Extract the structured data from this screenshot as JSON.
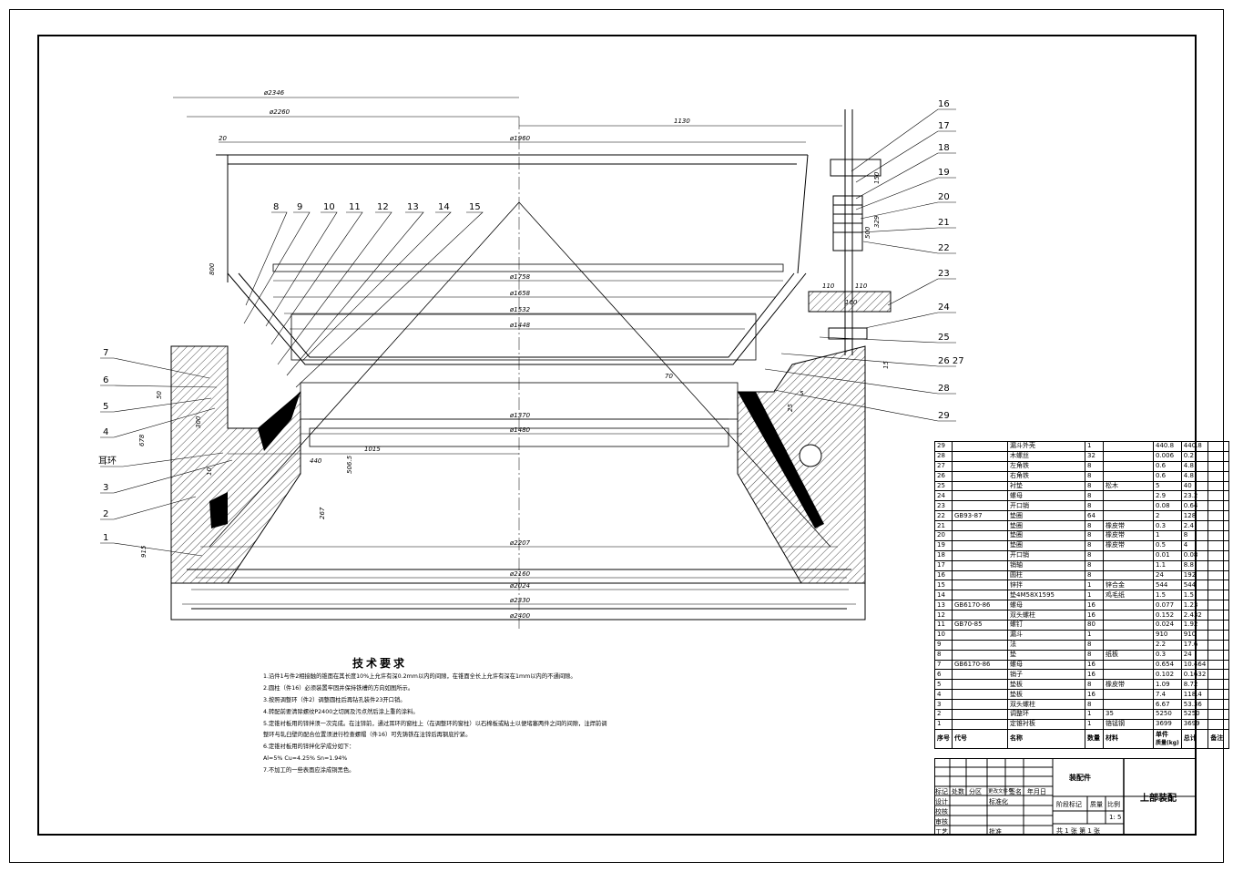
{
  "tech_requirements": {
    "title": "技术要求",
    "items": [
      "1.沿件1与件2相接触的锥面在其长度10%上允许有深0.2mm以内的间隙，在锥面全长上允许有深在1mm以内的不通间隙。",
      "2.圆柱（件16）必须装置牢固并保持铁槽的方向如图所示。",
      "3.按照调整环（件2）调整圆柱后再钻孔装件23开口销。",
      "4.转配前要清除螺纹P2400之切屑及污点然后涂上重的涂料。",
      "5.定锥衬板用的锌拌须一次完成。在注锌前，通过耳环的窗柱上（在调整环的窗柱）以石棉板或粘土以便堵塞两件之间的间隙，注焊前调整环与轧臼壁的配合位置须进行检查螺帽（件16）可先铸铁在注锌后再钢底拧紧。",
      "6.定锥衬板用的锌拌化学成分如下：",
      "   Al=5%  Cu=4.25%  Sn=1.94%",
      "7.不加工的一些表面应涂成铜黑色。"
    ]
  },
  "dimensions": {
    "d2346": "ø2346",
    "d2260": "ø2260",
    "d1130": "1130",
    "d1960": "ø1960",
    "d20": "20",
    "d1758": "ø1758",
    "d1658": "ø1658",
    "d1532": "ø1532",
    "d1448": "ø1448",
    "d1370": "ø1370",
    "d1480": "ø1480",
    "d1015": "1015",
    "d2207": "ø2207",
    "d2160": "ø2160",
    "d2024": "ø2024",
    "d2330": "ø2330",
    "d2400": "ø2400",
    "d678": "678",
    "d300": "300",
    "d50": "50",
    "d915": "915",
    "d800": "800",
    "d506": "506.5",
    "d267": "267",
    "d440": "440",
    "d110a": "110",
    "d110b": "110",
    "d500": "500",
    "d329": "329",
    "d150": "150",
    "d160": "160",
    "d15": "15",
    "d5": "5",
    "d25": "25",
    "d70": "70",
    "d10": "10"
  },
  "callouts_left": [
    "7",
    "6",
    "5",
    "4",
    "耳环",
    "3",
    "2",
    "1"
  ],
  "callouts_top": [
    "8",
    "9",
    "10",
    "11",
    "12",
    "13",
    "14",
    "15"
  ],
  "callouts_right": [
    "16",
    "17",
    "18",
    "19",
    "20",
    "21",
    "22",
    "23",
    "24",
    "25",
    "26 27",
    "28",
    "29"
  ],
  "bom": {
    "rows": [
      [
        "29",
        "",
        "漏斗外壳",
        "1",
        "",
        "440.8",
        "440.8",
        ""
      ],
      [
        "28",
        "",
        "木螺丝",
        "32",
        "",
        "0.006",
        "0.2",
        ""
      ],
      [
        "27",
        "",
        "左角铁",
        "8",
        "",
        "0.6",
        "4.8",
        ""
      ],
      [
        "26",
        "",
        "右角铁",
        "8",
        "",
        "0.6",
        "4.8",
        ""
      ],
      [
        "25",
        "",
        "衬垫",
        "8",
        "松木",
        "5",
        "40",
        ""
      ],
      [
        "24",
        "",
        "螺母",
        "8",
        "",
        "2.9",
        "23.2",
        ""
      ],
      [
        "23",
        "",
        "开口销",
        "8",
        "",
        "0.08",
        "0.64",
        ""
      ],
      [
        "22",
        "GB93-87",
        "垫圈",
        "64",
        "",
        "2",
        "128",
        ""
      ],
      [
        "21",
        "",
        "垫圈",
        "8",
        "橡皮带",
        "0.3",
        "2.4",
        ""
      ],
      [
        "20",
        "",
        "垫圈",
        "8",
        "橡皮带",
        "1",
        "8",
        ""
      ],
      [
        "19",
        "",
        "垫圈",
        "8",
        "橡皮带",
        "0.5",
        "4",
        ""
      ],
      [
        "18",
        "",
        "开口销",
        "8",
        "",
        "0.01",
        "0.08",
        ""
      ],
      [
        "17",
        "",
        "销轴",
        "8",
        "",
        "1.1",
        "8.8",
        ""
      ],
      [
        "16",
        "",
        "圆柱",
        "8",
        "",
        "24",
        "192",
        ""
      ],
      [
        "15",
        "",
        "锌拌",
        "1",
        "锌合金",
        "544",
        "544",
        ""
      ],
      [
        "14",
        "",
        "垫4M58X1595",
        "1",
        "鸡毛纸",
        "1.5",
        "1.5",
        ""
      ],
      [
        "13",
        "GB6170-86",
        "螺母",
        "16",
        "",
        "0.077",
        "1.23",
        ""
      ],
      [
        "12",
        "",
        "双头螺柱",
        "16",
        "",
        "0.152",
        "2.432",
        ""
      ],
      [
        "11",
        "GB70-85",
        "螺钉",
        "80",
        "",
        "0.024",
        "1.92",
        ""
      ],
      [
        "10",
        "",
        "漏斗",
        "1",
        "",
        "910",
        "910",
        ""
      ],
      [
        "9",
        "",
        "法",
        "8",
        "",
        "2.2",
        "17.6",
        ""
      ],
      [
        "8",
        "",
        "垫",
        "8",
        "纸板",
        "0.3",
        "24",
        ""
      ],
      [
        "7",
        "GB6170-86",
        "螺母",
        "16",
        "",
        "0.654",
        "10.464",
        ""
      ],
      [
        "6",
        "",
        "销子",
        "16",
        "",
        "0.102",
        "0.1632",
        ""
      ],
      [
        "5",
        "",
        "垫板",
        "8",
        "橡皮带",
        "1.09",
        "8.72",
        ""
      ],
      [
        "4",
        "",
        "垫板",
        "16",
        "",
        "7.4",
        "118.4",
        ""
      ],
      [
        "3",
        "",
        "双头螺柱",
        "8",
        "",
        "6.67",
        "53.36",
        ""
      ],
      [
        "2",
        "",
        "调整环",
        "1",
        "35",
        "5250",
        "5250",
        ""
      ],
      [
        "1",
        "",
        "定锥衬板",
        "1",
        "铬锰钢",
        "3699",
        "3699",
        ""
      ]
    ],
    "header": [
      "序号",
      "代号",
      "名称",
      "数量",
      "材料",
      "单件",
      "总计",
      "备注"
    ],
    "header_sub": "质量(kg)"
  },
  "title_block": {
    "assembly_label": "装配件",
    "drawing_name": "上部装配",
    "scale": "1: 5",
    "sheets": "共 1 张  第 1 张",
    "cols": [
      "标记",
      "处数",
      "分区",
      "更改文件号",
      "签名",
      "年月日"
    ],
    "rows_left": [
      "设计",
      "校核",
      "审核",
      "工艺"
    ],
    "std": "标准化",
    "approve": "批准",
    "stage": "阶段标记",
    "weight": "质量",
    "ratio": "比例"
  }
}
